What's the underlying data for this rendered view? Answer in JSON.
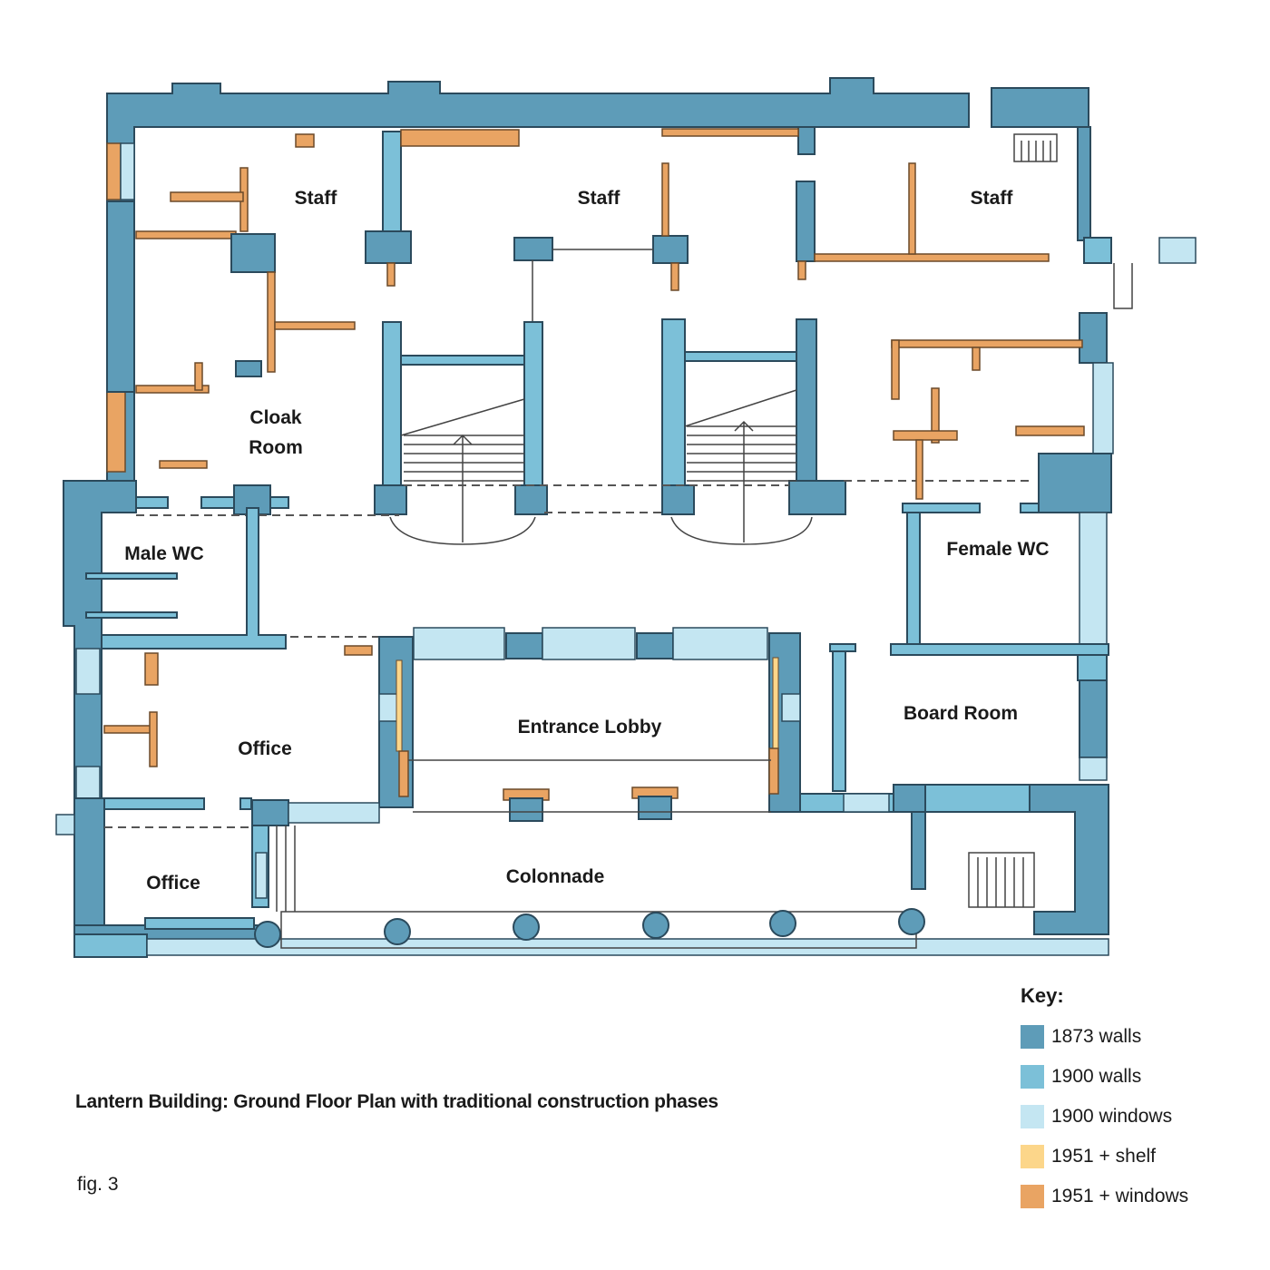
{
  "plan": {
    "rooms": {
      "staff_1": "Staff",
      "staff_2": "Staff",
      "staff_3": "Staff",
      "cloak_line1": "Cloak",
      "cloak_line2": "Room",
      "male_wc": "Male WC",
      "female_wc": "Female WC",
      "entrance_lobby": "Entrance Lobby",
      "board_room": "Board Room",
      "office_1": "Office",
      "office_2": "Office",
      "colonnade": "Colonnade"
    }
  },
  "caption": "Lantern Building: Ground Floor Plan with traditional construction phases",
  "figure_label": "fig. 3",
  "key": {
    "title": "Key:",
    "items": [
      {
        "label": "1873 walls",
        "color": "#5e9cb8"
      },
      {
        "label": "1900 walls",
        "color": "#7cc0d8"
      },
      {
        "label": "1900 windows",
        "color": "#c4e6f2"
      },
      {
        "label": "1951 + shelf",
        "color": "#fcd68a"
      },
      {
        "label": "1951 + windows",
        "color": "#e9a463"
      }
    ]
  }
}
